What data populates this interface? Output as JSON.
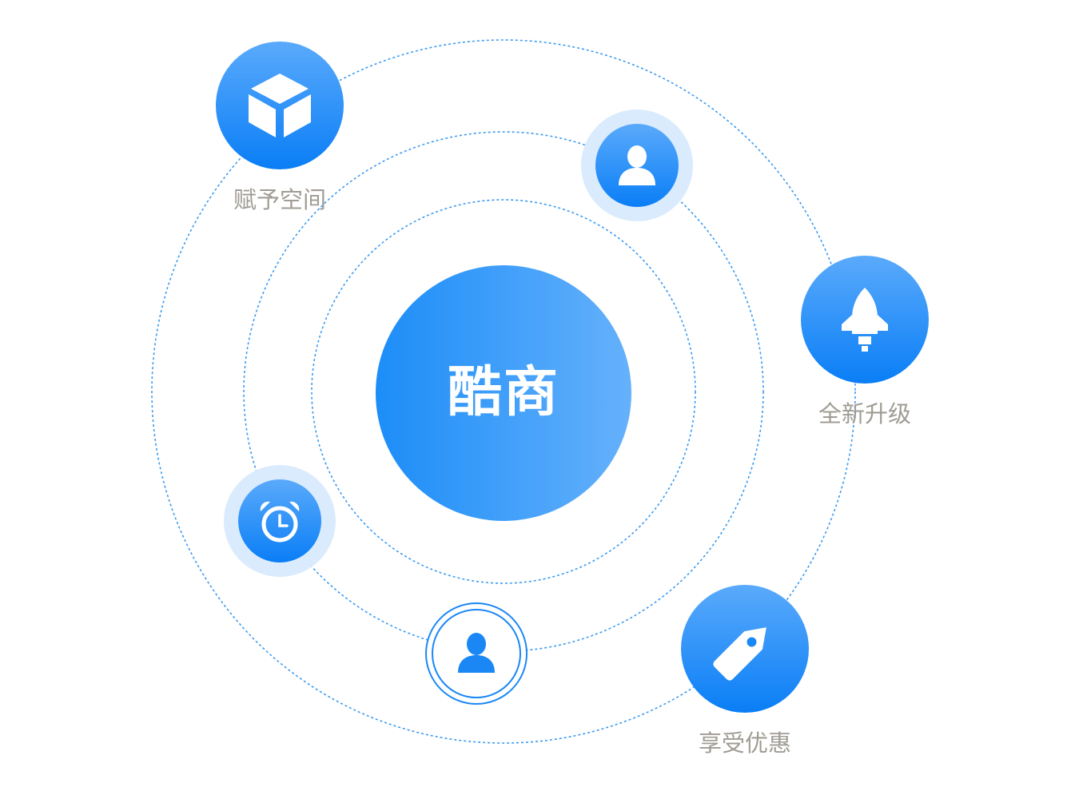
{
  "center": {
    "label": "酷商",
    "gradient": [
      "#1c8df8",
      "#65b1fb"
    ]
  },
  "colors": {
    "orbit": "#3d9bf0",
    "node_top": "#55a7fb",
    "node_bottom": "#0d80f7",
    "halo": "#d9ebfd",
    "label": "#a09c94",
    "ring_outline": "#1a87f5"
  },
  "nodes": [
    {
      "id": "space",
      "icon": "cube-icon",
      "label": "赋予空间"
    },
    {
      "id": "upgrade",
      "icon": "rocket-icon",
      "label": "全新升级"
    },
    {
      "id": "discount",
      "icon": "tag-icon",
      "label": "享受优惠"
    },
    {
      "id": "user-top",
      "icon": "user-icon",
      "label": ""
    },
    {
      "id": "clock",
      "icon": "alarm-clock-icon",
      "label": ""
    },
    {
      "id": "user-bottom",
      "icon": "user-icon",
      "label": ""
    }
  ]
}
